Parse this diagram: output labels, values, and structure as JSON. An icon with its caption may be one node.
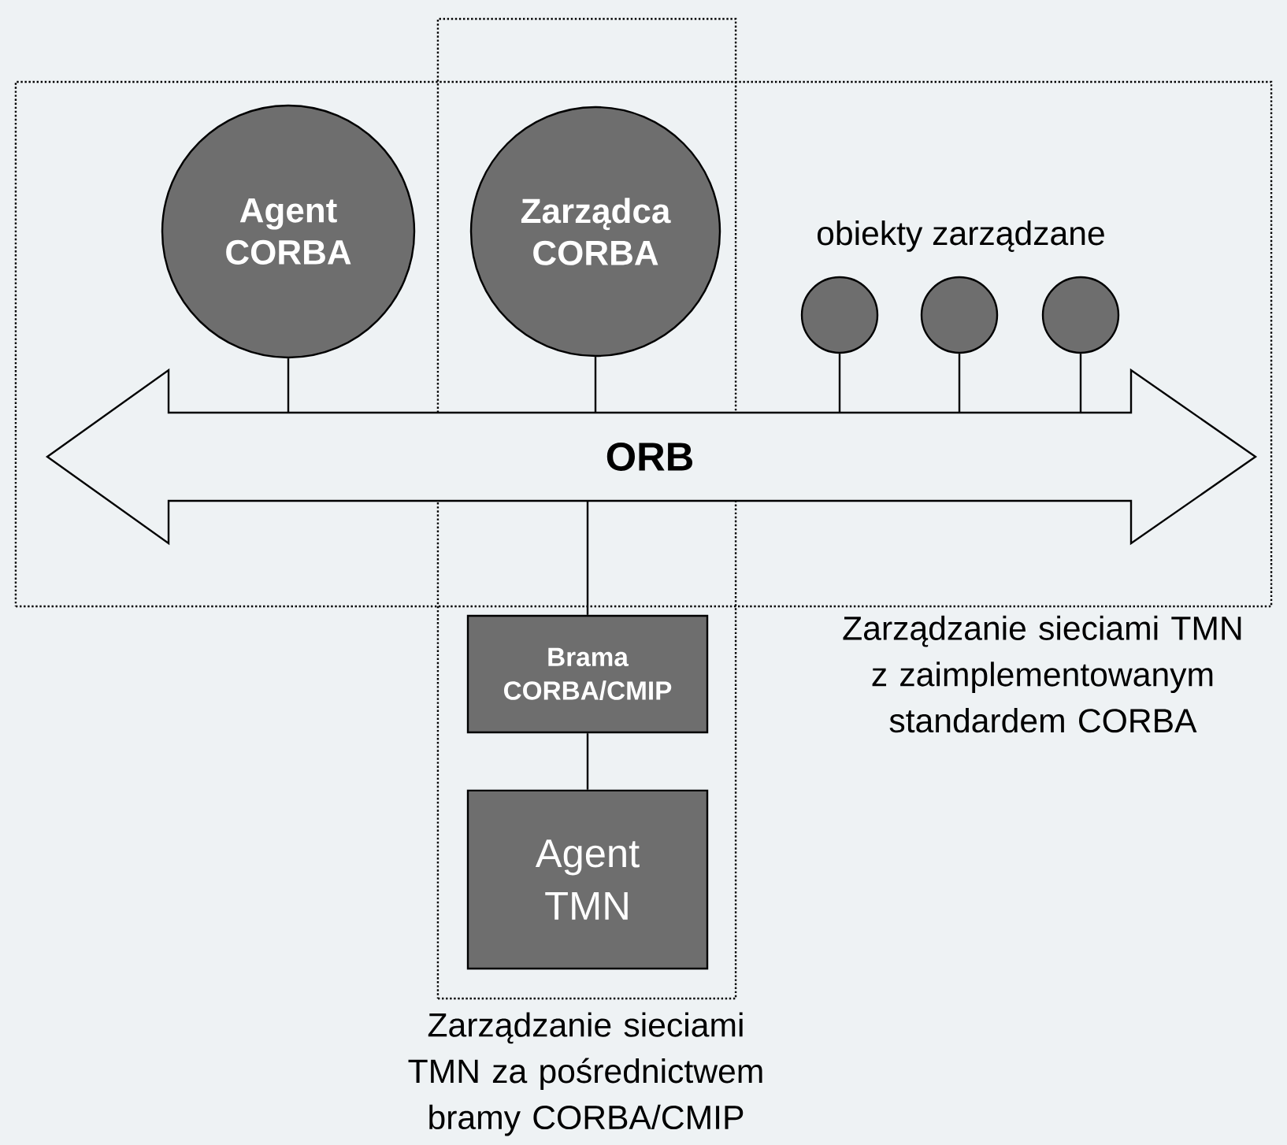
{
  "diagram": {
    "nodes": [
      {
        "text": [
          "Zarządzanie sieciami TMN z zaimplementowanym standardem CORBA"
        ]
      },
      {
        "text": [
          "Zarządzanie sieciami TMN za pośrednictwem bramy CORBA/CMIP"
        ]
      },
      {
        "text": [
          "Agent CORBA"
        ],
        "in": 0
      },
      {
        "text": [
          "Zarządca CORBA"
        ]
      },
      {
        "text": [
          "ORB"
        ],
        "in": 0
      },
      {
        "text": [],
        "shape": "circle",
        "in": 0
      },
      {
        "text": [],
        "shape": "circle",
        "in": 0
      },
      {
        "text": [],
        "shape": "circle",
        "in": 0
      },
      {
        "text": [
          "Brama CORBA/CMIP"
        ],
        "in": 1
      },
      {
        "text": [
          "Agent TMN"
        ],
        "in": 1
      }
    ],
    "edges": [
      {
        "from": 2,
        "to": 4,
        "arrow": "none"
      },
      {
        "from": 3,
        "to": 4,
        "arrow": "none"
      },
      {
        "from": 5,
        "to": 4,
        "arrow": "none"
      },
      {
        "from": 6,
        "to": 4,
        "arrow": "none"
      },
      {
        "from": 7,
        "to": 4,
        "arrow": "none"
      },
      {
        "from": 4,
        "to": 8,
        "arrow": "none"
      },
      {
        "from": 8,
        "to": 9,
        "arrow": "none"
      }
    ],
    "labels": [
      "obiekty zarządzane"
    ]
  }
}
